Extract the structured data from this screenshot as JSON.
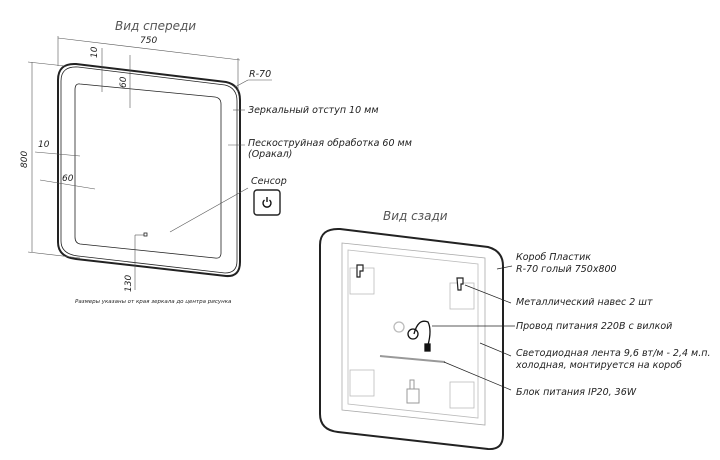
{
  "front_view": {
    "title": "Вид спереди",
    "dim_width": "750",
    "dim_height": "800",
    "dim_top_offset": "10",
    "dim_top_band": "60",
    "dim_left_offset": "10",
    "dim_left_band": "60",
    "dim_sensor": "130",
    "radius": "R-70",
    "label_mirror_offset": "Зеркальный отступ 10 мм",
    "label_sandblast_1": "Пескоструйная обработка 60 мм",
    "label_sandblast_2": "(Оракал)",
    "label_sensor": "Сенсор",
    "note": "Размеры указаны от края зеркала до центра рисунка"
  },
  "back_view": {
    "title": "Вид сзади",
    "label_box_1": "Короб Пластик",
    "label_box_2": "R-70 голый 750х800",
    "label_hanger": "Металлический навес 2 шт",
    "label_cable": "Провод питания 220В с вилкой",
    "label_led_1": "Светодиодная лента 9,6 вт/м - 2,4 м.п.",
    "label_led_2": "холодная, монтируется на короб",
    "label_psu": "Блок питания IP20, 36W"
  },
  "icons": {
    "sensor": "power-icon"
  }
}
